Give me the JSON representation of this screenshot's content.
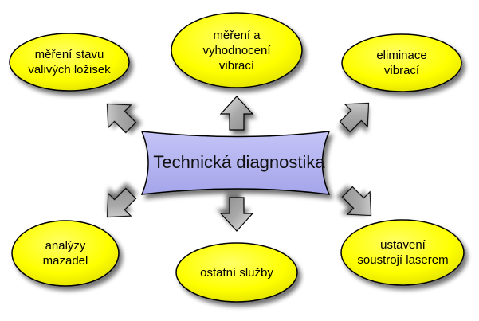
{
  "center": {
    "label": "Technická diagnostika"
  },
  "nodes": [
    {
      "id": "top-left",
      "label": "měření stavu\nvalivých ložisek"
    },
    {
      "id": "top-center",
      "label": "měření a\nvyhodnocení\nvibrací"
    },
    {
      "id": "top-right",
      "label": "eliminace\nvibrací"
    },
    {
      "id": "bottom-left",
      "label": "analýzy\nmazadel"
    },
    {
      "id": "bottom-center",
      "label": "ostatní služby"
    },
    {
      "id": "bottom-right",
      "label": "ustavení\nsoustrojí laserem"
    }
  ],
  "colors": {
    "node_fill": "#ffff00",
    "node_stroke": "#000000",
    "center_fill": "#b3b3f2",
    "arrow_fill": "#b0b0b0"
  }
}
